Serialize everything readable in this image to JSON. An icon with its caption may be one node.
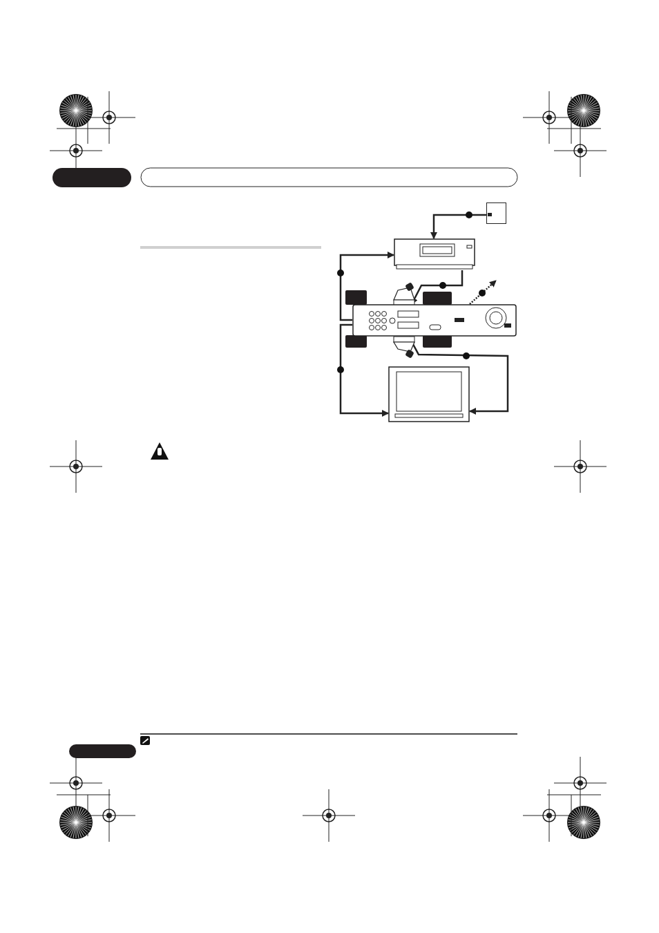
{
  "diagram": {
    "nodes": [
      {
        "text": [],
        "shape": "box"
      },
      {
        "text": [],
        "shape": "picture"
      },
      {
        "text": [],
        "shape": "picture"
      },
      {
        "text": [],
        "shape": "picture"
      }
    ],
    "edges": [
      {
        "from": 0,
        "to": 1,
        "arrow": "to"
      },
      {
        "from": 1,
        "to": 2,
        "arrow": "to"
      },
      {
        "from": 2,
        "to": 1,
        "arrow": "to"
      },
      {
        "from": 2,
        "to": 3,
        "arrow": "to"
      },
      {
        "from": 2,
        "to": 3,
        "arrow": "to"
      },
      {
        "from": 2,
        "to": null,
        "arrow": "to",
        "style": "dashed"
      }
    ]
  }
}
